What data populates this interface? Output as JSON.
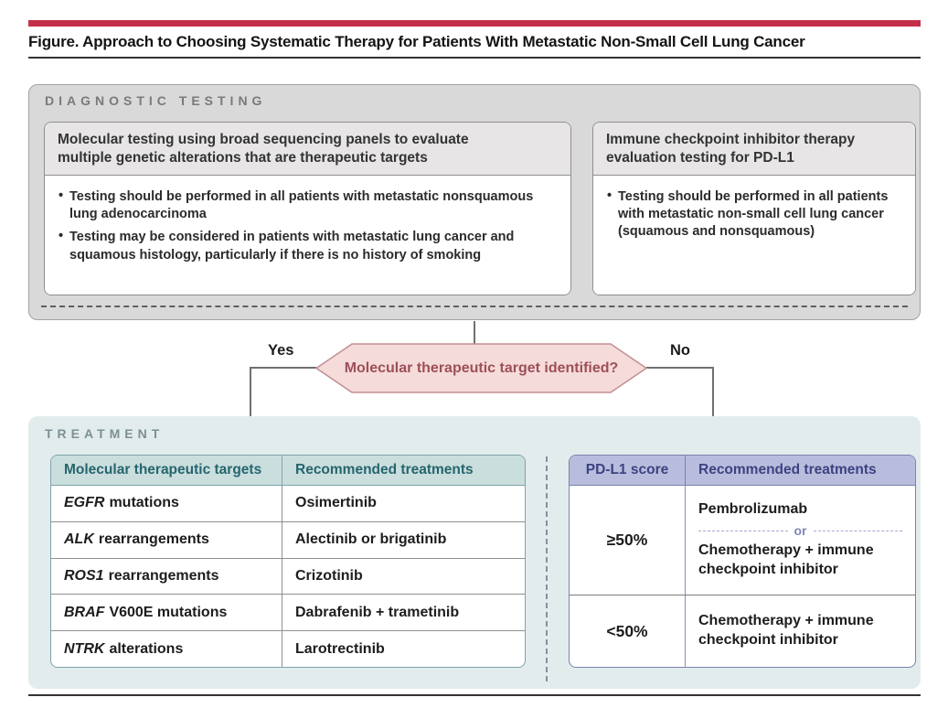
{
  "header": {
    "accent_bar_color": "#c4304a",
    "title": "Figure. Approach to Choosing Systematic Therapy for Patients With Metastatic Non-Small Cell Lung Cancer"
  },
  "diagnostic_section": {
    "label": "DIAGNOSTIC TESTING",
    "molecular_testing_box": {
      "header": "Molecular testing using broad sequencing panels to evaluate multiple genetic alterations that are therapeutic targets",
      "bullets": [
        "Testing should be performed in all patients with metastatic nonsquamous lung adenocarcinoma",
        "Testing may be considered in patients with metastatic lung cancer and squamous histology, particularly if there is no history of smoking"
      ]
    },
    "immune_checkpoint_box": {
      "header": "Immune checkpoint inhibitor therapy evaluation testing for PD-L1",
      "bullets": [
        "Testing should be performed in all patients with metastatic non-small cell lung cancer (squamous and nonsquamous)"
      ]
    }
  },
  "decision": {
    "question": "Molecular therapeutic target identified?",
    "yes_label": "Yes",
    "no_label": "No",
    "fill_color": "#f6dbdb",
    "border_color": "#c28f94",
    "text_color": "#9c5058"
  },
  "treatment_section": {
    "label": "TREATMENT",
    "molecular_targets_table": {
      "header_bg_color": "#c9dedd",
      "header_text_color": "#26656e",
      "columns": [
        "Molecular therapeutic targets",
        "Recommended treatments"
      ],
      "rows": [
        {
          "gene": "EGFR",
          "alteration": "mutations",
          "treatment": "Osimertinib"
        },
        {
          "gene": "ALK",
          "alteration": "rearrangements",
          "treatment": "Alectinib or brigatinib"
        },
        {
          "gene": "ROS1",
          "alteration": "rearrangements",
          "treatment": "Crizotinib"
        },
        {
          "gene": "BRAF",
          "alteration": "V600E mutations",
          "treatment": "Dabrafenib + trametinib"
        },
        {
          "gene": "NTRK",
          "alteration": "alterations",
          "treatment": "Larotrectinib"
        }
      ]
    },
    "pdl1_table": {
      "header_bg_color": "#b9bddd",
      "header_text_color": "#3b4382",
      "columns": [
        "PD-L1 score",
        "Recommended treatments"
      ],
      "rows": [
        {
          "score": "≥50%",
          "treatment_option_1": "Pembrolizumab",
          "or_label": "or",
          "treatment_option_2": "Chemotherapy + immune checkpoint inhibitor"
        },
        {
          "score": "<50%",
          "treatment": "Chemotherapy + immune checkpoint inhibitor"
        }
      ]
    }
  }
}
